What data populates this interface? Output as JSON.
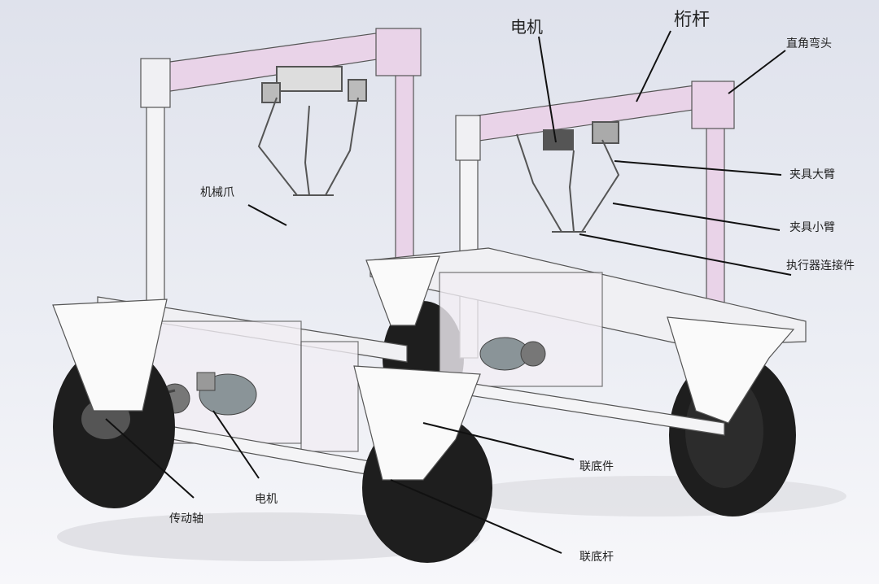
{
  "labels": {
    "motor_top": "电机",
    "truss_bar": "桁杆",
    "right_angle_elbow": "直角弯头",
    "gripper_upper_arm": "夹具大臂",
    "gripper_lower_arm": "夹具小臂",
    "actuator_connector": "执行器连接件",
    "mechanical_claw": "机械爪",
    "base_connector": "联底件",
    "motor_bottom": "电机",
    "drive_shaft": "传动轴",
    "base_rod": "联底杆"
  },
  "colors": {
    "frame_accent": "#e9d3e8",
    "frame_edge": "#555555",
    "tire": "#1e1e1e",
    "box": "#f2eef4"
  }
}
